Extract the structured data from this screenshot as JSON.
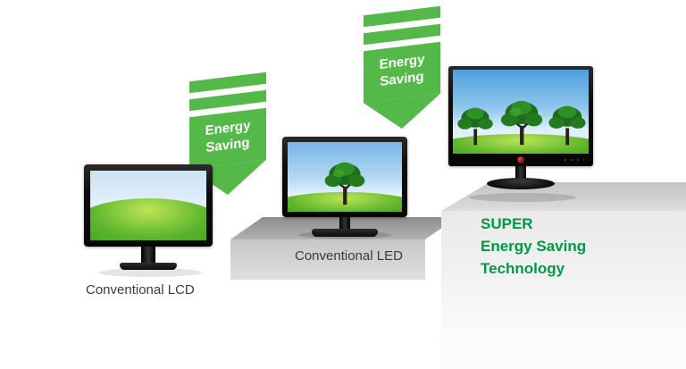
{
  "arrows": [
    {
      "line1": "Energy",
      "line2": "Saving"
    },
    {
      "line1": "Energy",
      "line2": "Saving"
    }
  ],
  "labels": {
    "lcd": "Conventional LCD",
    "led": "Conventional LED",
    "super": {
      "line1": "SUPER",
      "line2": "Energy Saving",
      "line3": "Technology"
    }
  },
  "colors": {
    "arrow_green": "#54b948",
    "super_text_green": "#009a44",
    "step_gray_middle": "#a6a6a6",
    "step_gray_right": "#e0e0e0",
    "monitor_bezel_black": "#0d0d0d",
    "sky_blue": "#79b4e6",
    "grass_green": "#5cb52c"
  },
  "icons": {
    "lg_logo": "red-circle",
    "arrow_tip": "triangle-down",
    "tree": "green-tree"
  }
}
